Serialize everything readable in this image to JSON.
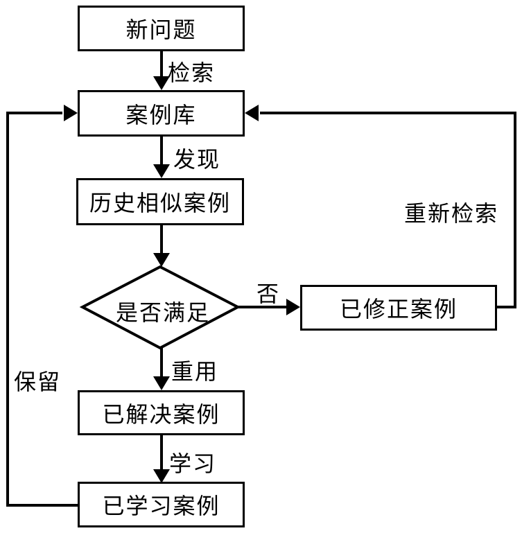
{
  "diagram": {
    "type": "flowchart",
    "description": "Case-based reasoning (CBR) cycle flowchart",
    "nodes": {
      "new_problem": {
        "label": "新问题",
        "shape": "rectangle"
      },
      "case_library": {
        "label": "案例库",
        "shape": "rectangle"
      },
      "historical": {
        "label": "历史相似案例",
        "shape": "rectangle"
      },
      "decision": {
        "label": "是否满足",
        "shape": "diamond"
      },
      "revised": {
        "label": "已修正案例",
        "shape": "rectangle"
      },
      "solved": {
        "label": "已解决案例",
        "shape": "rectangle"
      },
      "learned": {
        "label": "已学习案例",
        "shape": "rectangle"
      }
    },
    "edge_labels": {
      "retrieve": "检索",
      "discover": "发现",
      "no": "否",
      "re_retrieve": "重新检索",
      "reuse": "重用",
      "learn": "学习",
      "retain": "保留"
    },
    "edges": [
      {
        "from": "new_problem",
        "to": "case_library",
        "label": "检索"
      },
      {
        "from": "case_library",
        "to": "historical",
        "label": "发现"
      },
      {
        "from": "historical",
        "to": "decision",
        "label": ""
      },
      {
        "from": "decision",
        "to": "revised",
        "label": "否"
      },
      {
        "from": "revised",
        "to": "case_library",
        "label": "重新检索"
      },
      {
        "from": "decision",
        "to": "solved",
        "label": "重用"
      },
      {
        "from": "solved",
        "to": "learned",
        "label": "学习"
      },
      {
        "from": "learned",
        "to": "case_library",
        "label": "保留"
      }
    ],
    "colors": {
      "stroke": "#000000",
      "background": "#ffffff",
      "text": "#000000"
    }
  }
}
